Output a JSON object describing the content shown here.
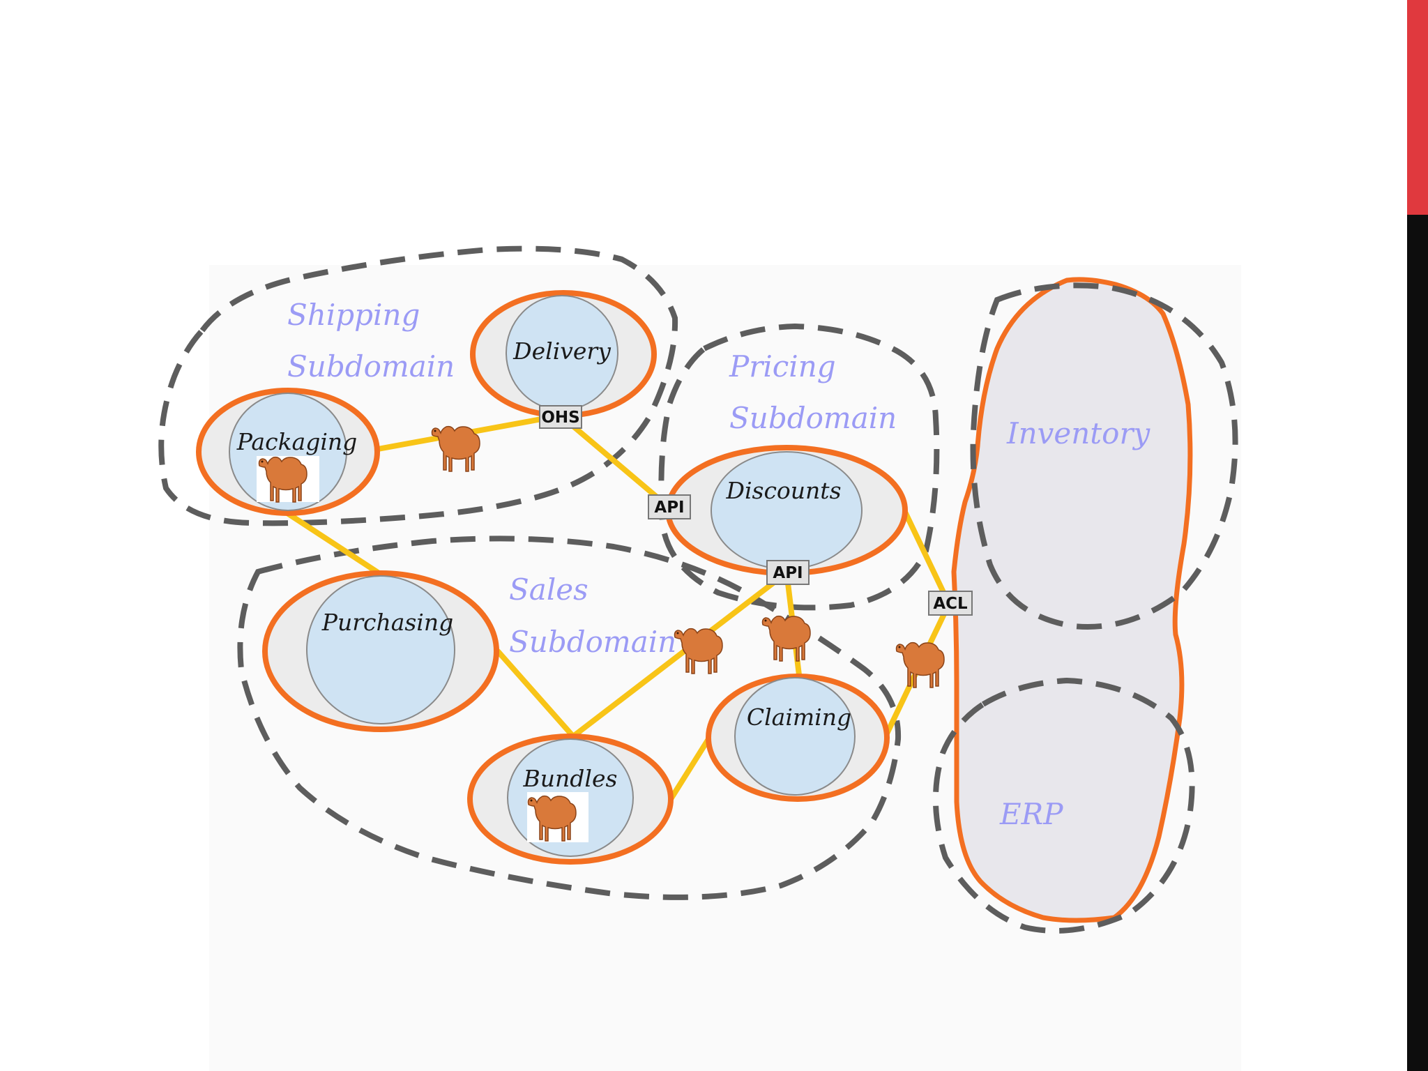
{
  "contexts": {
    "delivery": "Delivery",
    "packaging": "Packaging",
    "discounts": "Discounts",
    "purchasing": "Purchasing",
    "bundles": "Bundles",
    "claiming": "Claiming"
  },
  "subdomains": {
    "shipping_line1": "Shipping",
    "shipping_line2": "Subdomain",
    "pricing_line1": "Pricing",
    "pricing_line2": "Subdomain",
    "sales_line1": "Sales",
    "sales_line2": "Subdomain",
    "inventory": "Inventory",
    "erp": "ERP"
  },
  "tags": {
    "ohs": "OHS",
    "api_left": "API",
    "api_bottom": "API",
    "acl": "ACL"
  },
  "colors": {
    "context_ring": "#f36f21",
    "context_fill": "#cfe3f3",
    "connector": "#f8c417",
    "dashed_boundary": "#5d5d5d",
    "subdomain_text": "#9b9bf5",
    "camel": "#d9793a",
    "accent_red": "#e0393e"
  },
  "icons": [
    "camel-icon"
  ]
}
